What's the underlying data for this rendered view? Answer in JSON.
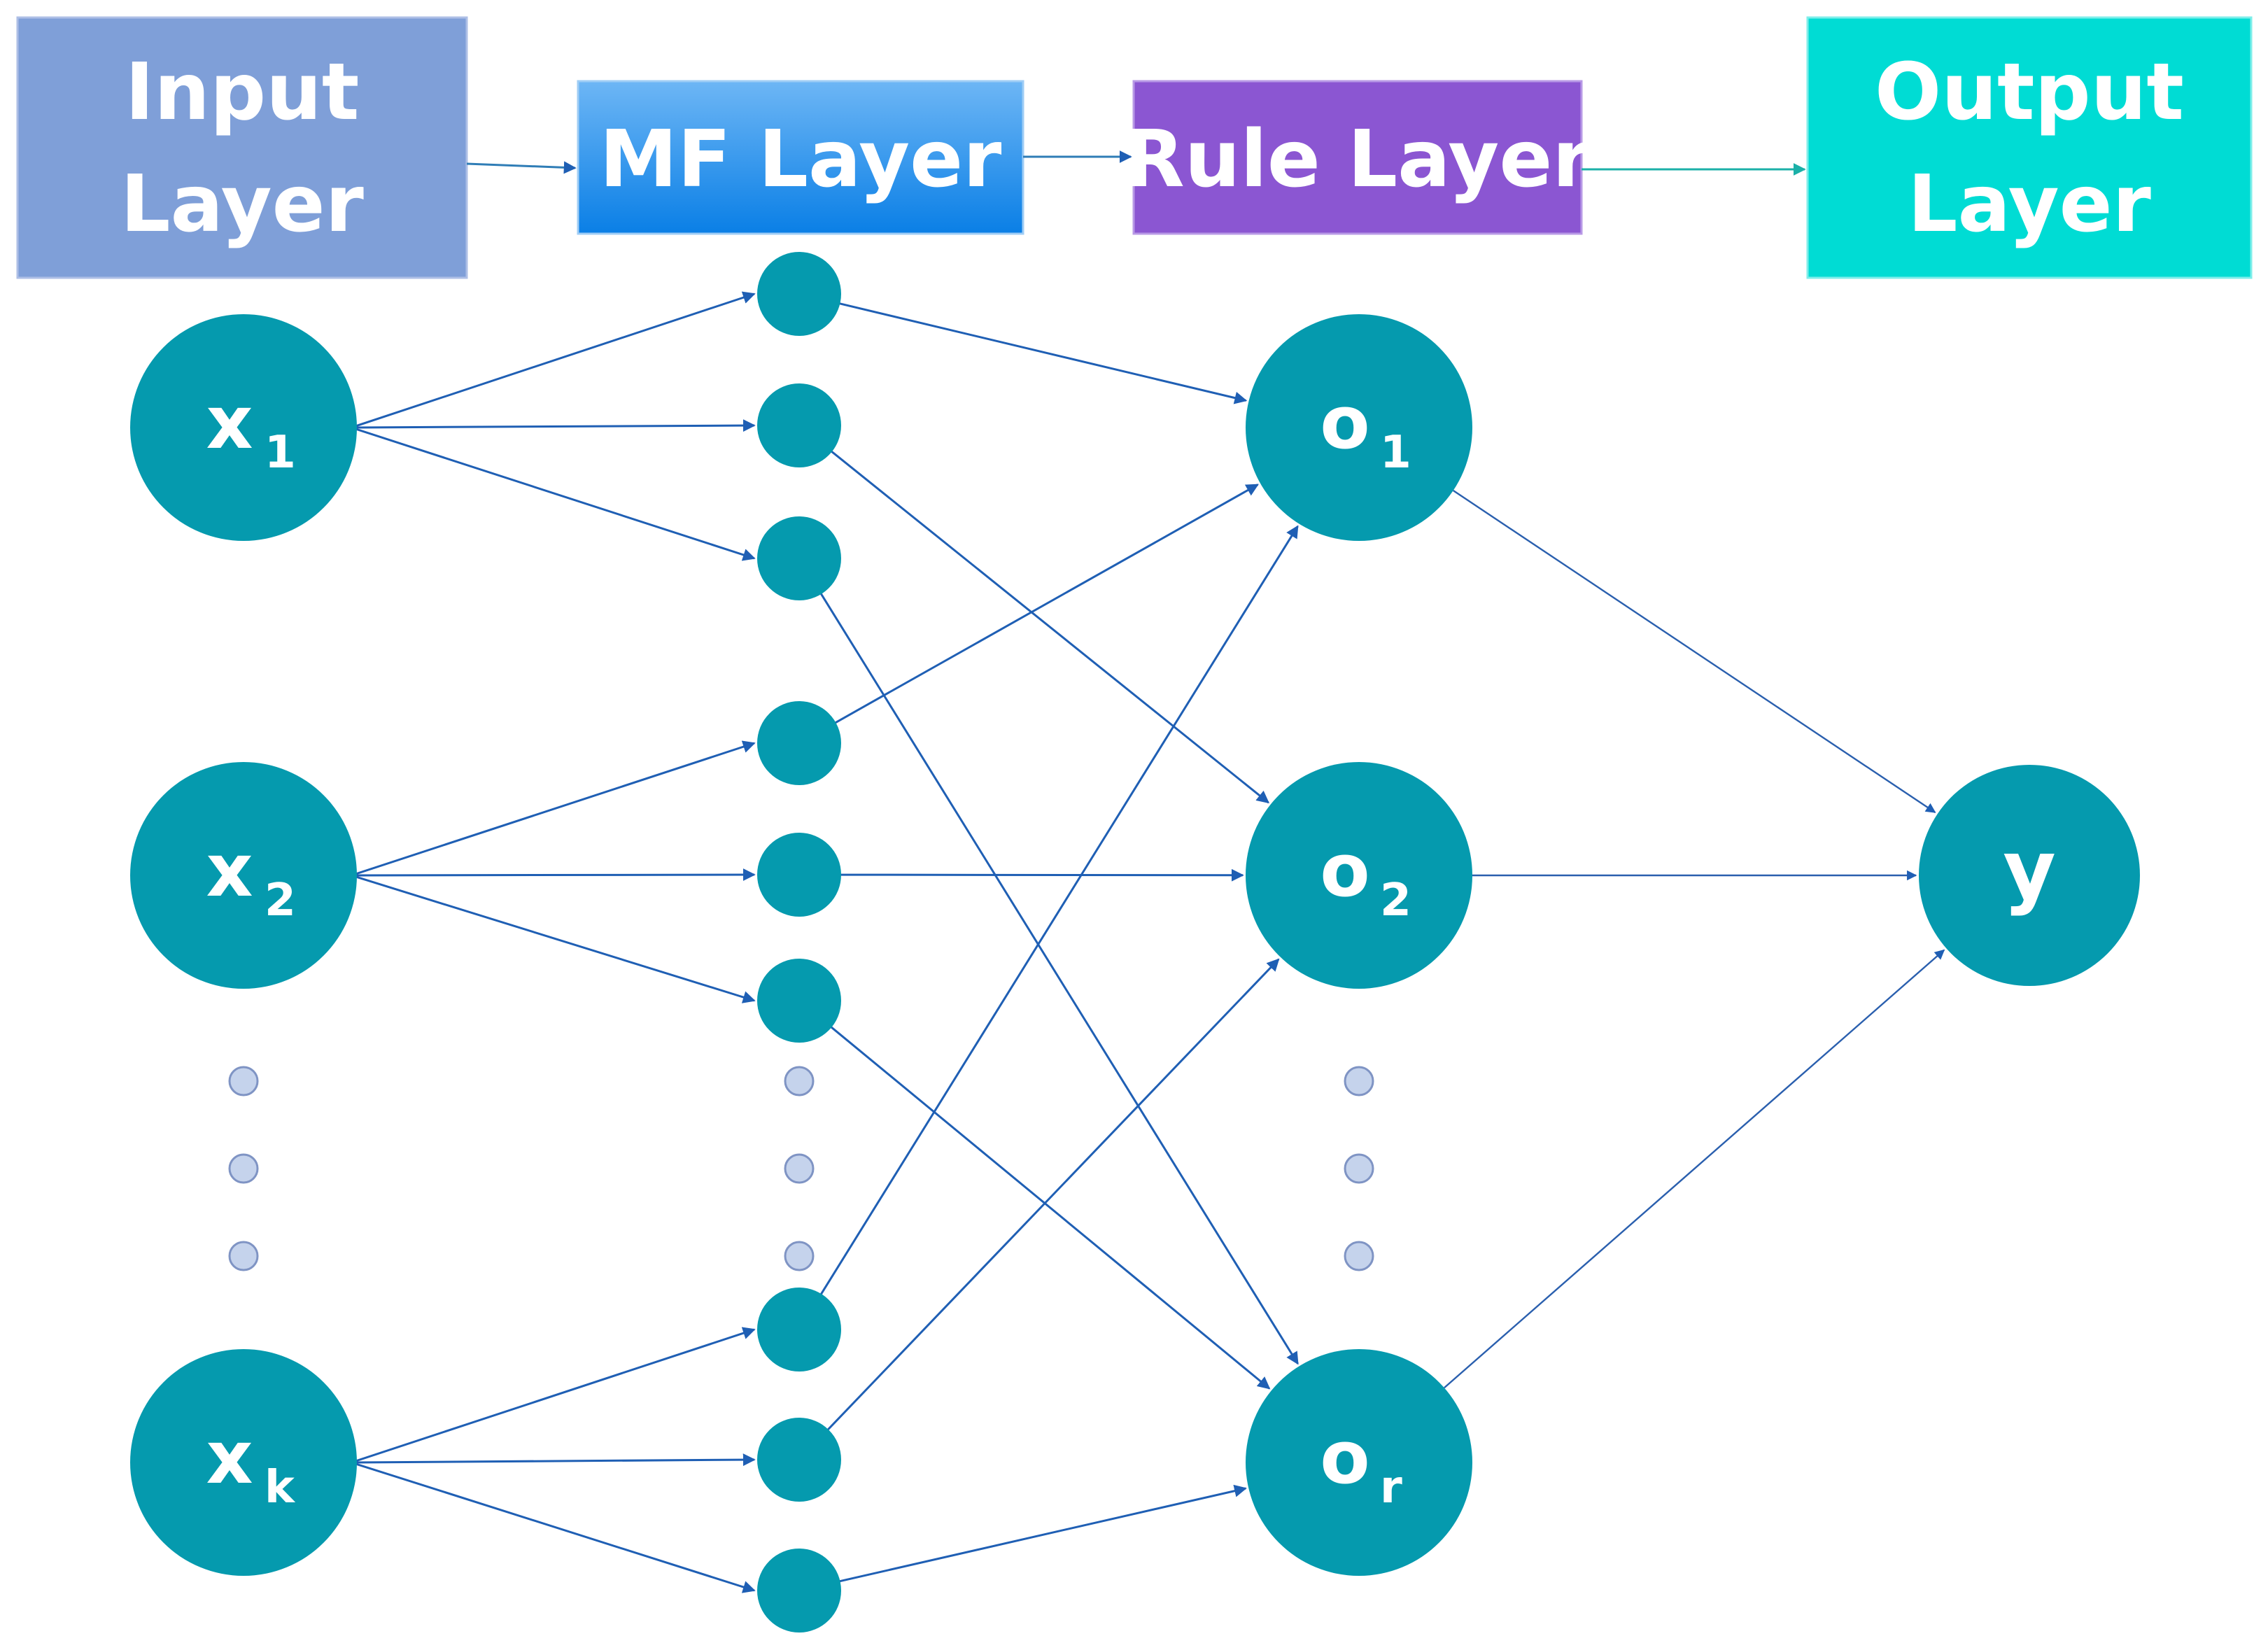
{
  "colors": {
    "node": "#059aae",
    "input_box": "#7f9fd8",
    "mf_box": "#1a88ea",
    "rule_box": "#8b56d2",
    "output_box": "#00dcd4",
    "edge": "#1f5fb4",
    "ellipsis_dot": "#c5d3ec"
  },
  "headers": {
    "input": [
      "Input",
      "Layer"
    ],
    "mf": "MF Layer",
    "rule": "Rule Layer",
    "output": [
      "Output",
      "Layer"
    ]
  },
  "inputs": [
    {
      "base": "x",
      "sub": "1"
    },
    {
      "base": "x",
      "sub": "2"
    },
    {
      "base": "x",
      "sub": "k"
    }
  ],
  "rules": [
    {
      "base": "o",
      "sub": "1"
    },
    {
      "base": "o",
      "sub": "2"
    },
    {
      "base": "o",
      "sub": "r"
    }
  ],
  "output": {
    "base": "y",
    "sub": ""
  },
  "mf_counts": {
    "per_input": 3,
    "total_shown": 9
  }
}
